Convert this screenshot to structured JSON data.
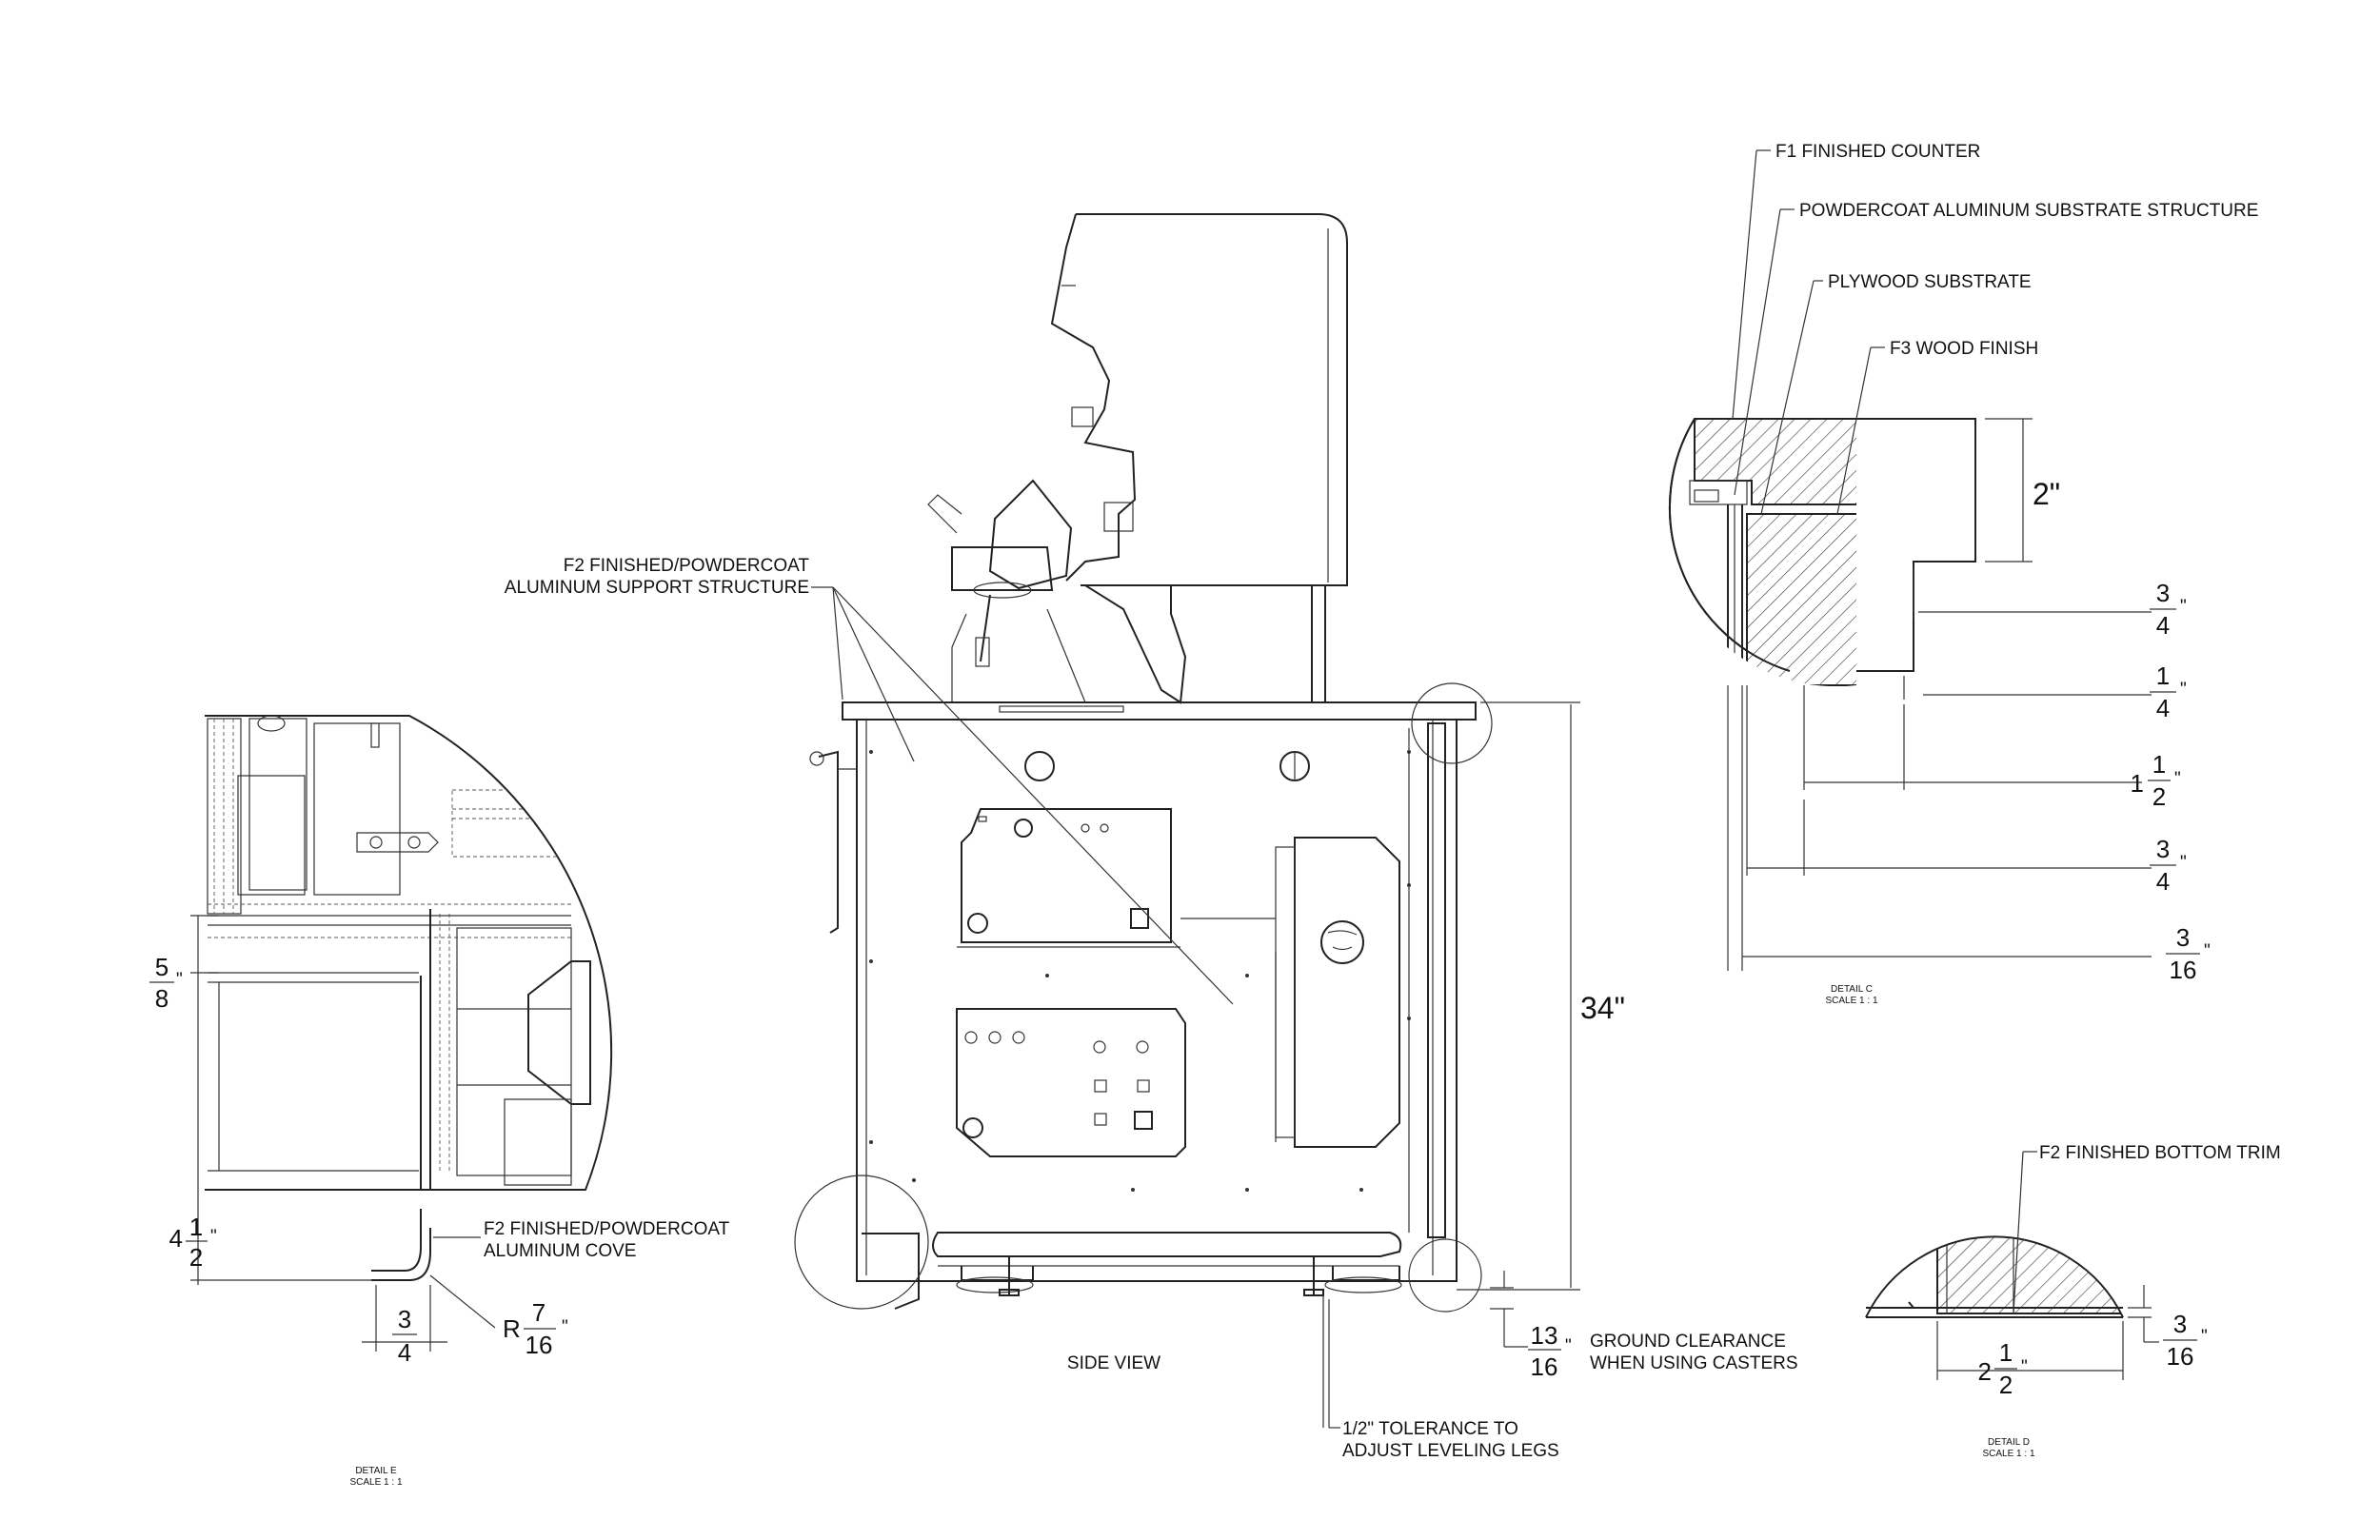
{
  "side_view": {
    "title": "SIDE VIEW",
    "callout_support": [
      "F2 FINISHED/POWDERCOAT",
      "ALUMINUM SUPPORT STRUCTURE"
    ],
    "dim_height": "34\"",
    "ground_clearance": {
      "num": "13",
      "den": "16",
      "unit": "\"",
      "label": [
        "GROUND CLEARANCE",
        "WHEN USING CASTERS"
      ]
    },
    "tolerance": [
      "1/2\" TOLERANCE TO",
      "ADJUST LEVELING LEGS"
    ]
  },
  "detail_e": {
    "caption": [
      "DETAIL E",
      "SCALE 1 : 1"
    ],
    "callout": [
      "F2 FINISHED/POWDERCOAT",
      "ALUMINUM COVE"
    ],
    "dim_5_8": {
      "num": "5",
      "den": "8",
      "unit": "\""
    },
    "dim_4_1_2": {
      "whole": "4",
      "num": "1",
      "den": "2",
      "unit": "\""
    },
    "dim_3_4": {
      "num": "3",
      "den": "4"
    },
    "dim_radius": {
      "prefix": "R",
      "num": "7",
      "den": "16",
      "unit": "\""
    }
  },
  "detail_c": {
    "caption": [
      "DETAIL C",
      "SCALE 1 : 1"
    ],
    "labels": [
      "F1 FINISHED COUNTER",
      "POWDERCOAT ALUMINUM SUBSTRATE STRUCTURE",
      "PLYWOOD SUBSTRATE",
      "F3 WOOD FINISH"
    ],
    "dim_2": "2\"",
    "dim_3_4_a": {
      "num": "3",
      "den": "4",
      "unit": "\""
    },
    "dim_1_4": {
      "num": "1",
      "den": "4",
      "unit": "\""
    },
    "dim_1_1_2": {
      "whole": "1",
      "num": "1",
      "den": "2",
      "unit": "\""
    },
    "dim_3_4_b": {
      "num": "3",
      "den": "4",
      "unit": "\""
    },
    "dim_3_16": {
      "num": "3",
      "den": "16",
      "unit": "\""
    }
  },
  "detail_d": {
    "caption": [
      "DETAIL D",
      "SCALE 1 : 1"
    ],
    "label": "F2 FINISHED BOTTOM TRIM",
    "dim_2_1_2": {
      "whole": "2",
      "num": "1",
      "den": "2",
      "unit": "\""
    },
    "dim_3_16": {
      "num": "3",
      "den": "16",
      "unit": "\""
    }
  }
}
